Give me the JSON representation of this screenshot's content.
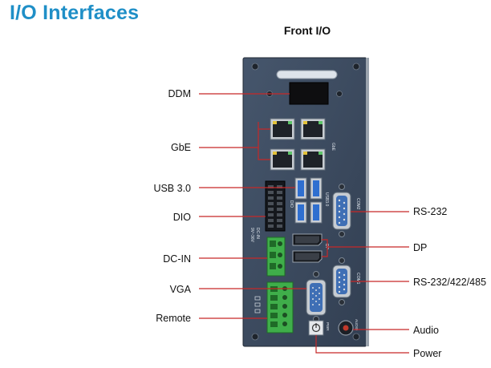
{
  "header": {
    "title": "I/O Interfaces"
  },
  "diagram": {
    "subtitle": "Front I/O",
    "left_labels": {
      "ddm": "DDM",
      "gbe": "GbE",
      "usb30": "USB 3.0",
      "dio": "DIO",
      "dcin": "DC-IN",
      "vga": "VGA",
      "remote": "Remote"
    },
    "right_labels": {
      "rs232": "RS-232",
      "dp": "DP",
      "rs232_422_485": "RS-232/422/485",
      "audio": "Audio",
      "power": "Power"
    },
    "panel_text": {
      "gbe_silk": "GbE",
      "usb_silk": "USB3.0",
      "com2_silk": "COM2",
      "com1_silk": "COM1",
      "dio_silk": "DIO",
      "dp_silk": "DP",
      "dcin_silk": "DC-IN",
      "dcin_volt": "9V~36V",
      "pwr_silk": "PWR",
      "audio_silk": "AUDIO"
    },
    "colors": {
      "title": "#1f8fc7",
      "callout_line": "#c62828",
      "panel": "#3b4a5f",
      "terminal_green": "#3fae4a"
    }
  }
}
